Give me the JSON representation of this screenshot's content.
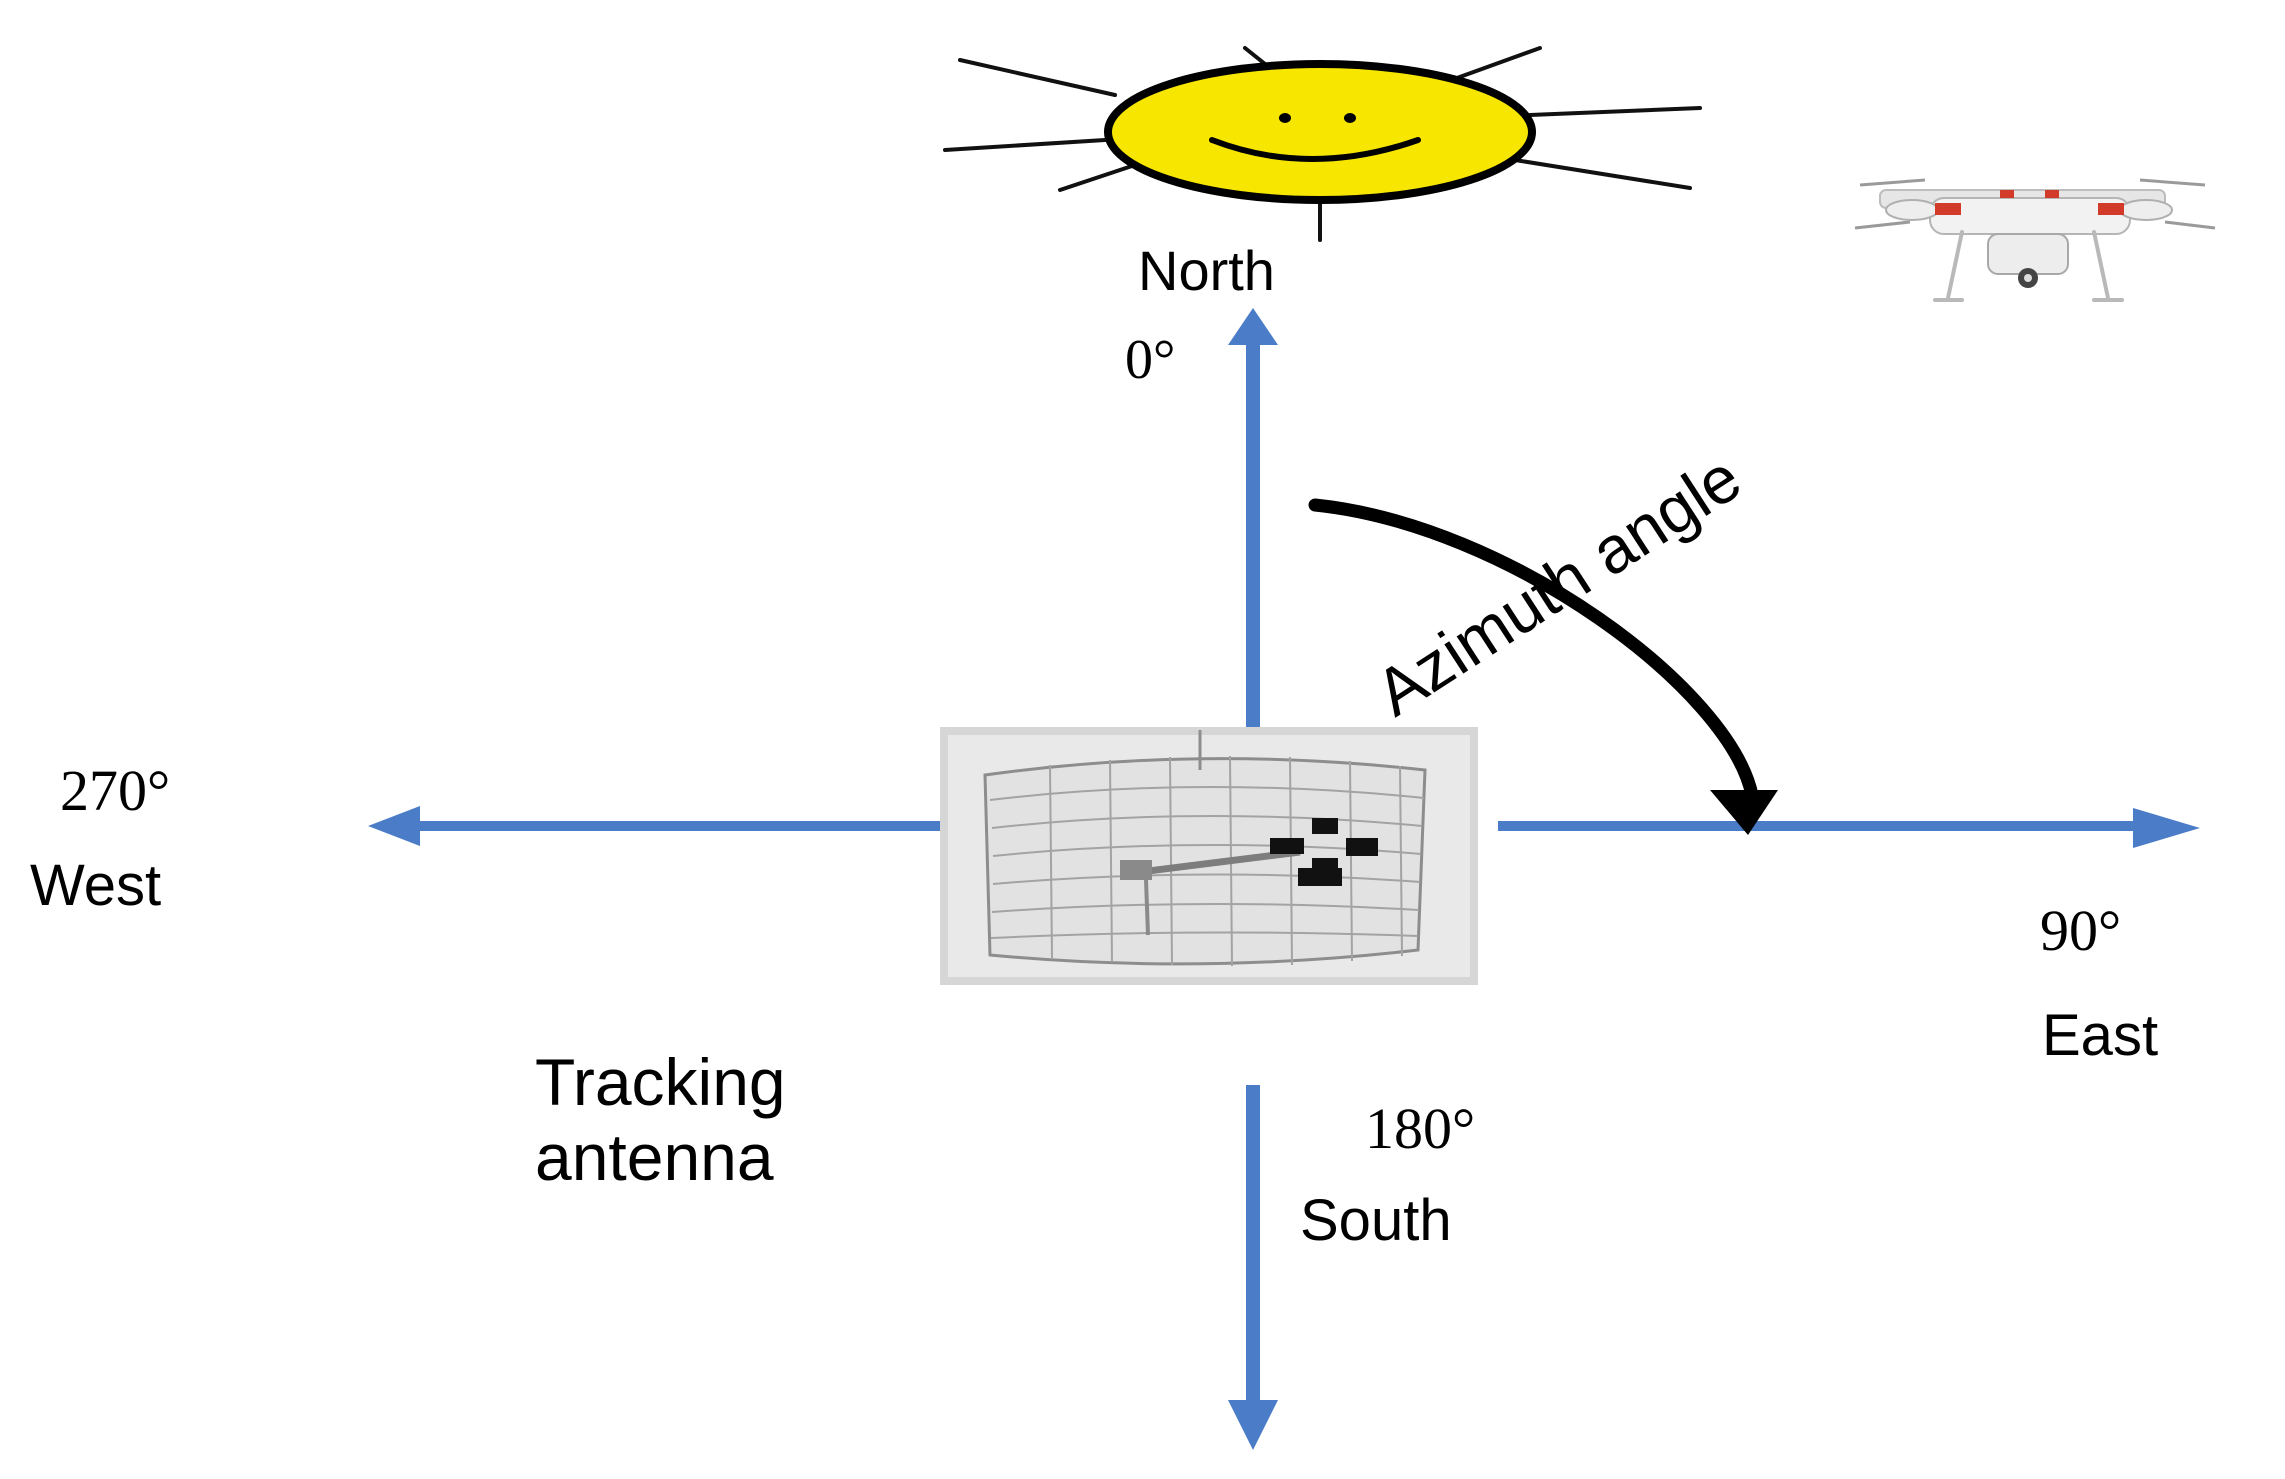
{
  "directions": {
    "north": {
      "name": "North",
      "angle": "0°"
    },
    "east": {
      "name": "East",
      "angle": "90°"
    },
    "south": {
      "name": "South",
      "angle": "180°"
    },
    "west": {
      "name": "West",
      "angle": "270°"
    }
  },
  "azimuth_label": "Azimuth angle",
  "antenna_label": {
    "line1": "Tracking",
    "line2": "antenna"
  },
  "colors": {
    "axis_arrow": "#4a7cc8",
    "sun_face": "#f7e600",
    "azimuth_arc": "#000000"
  },
  "icons": {
    "sun": "smiling-sun-icon",
    "drone": "quadcopter-drone-icon",
    "antenna": "grid-dish-antenna-icon"
  }
}
